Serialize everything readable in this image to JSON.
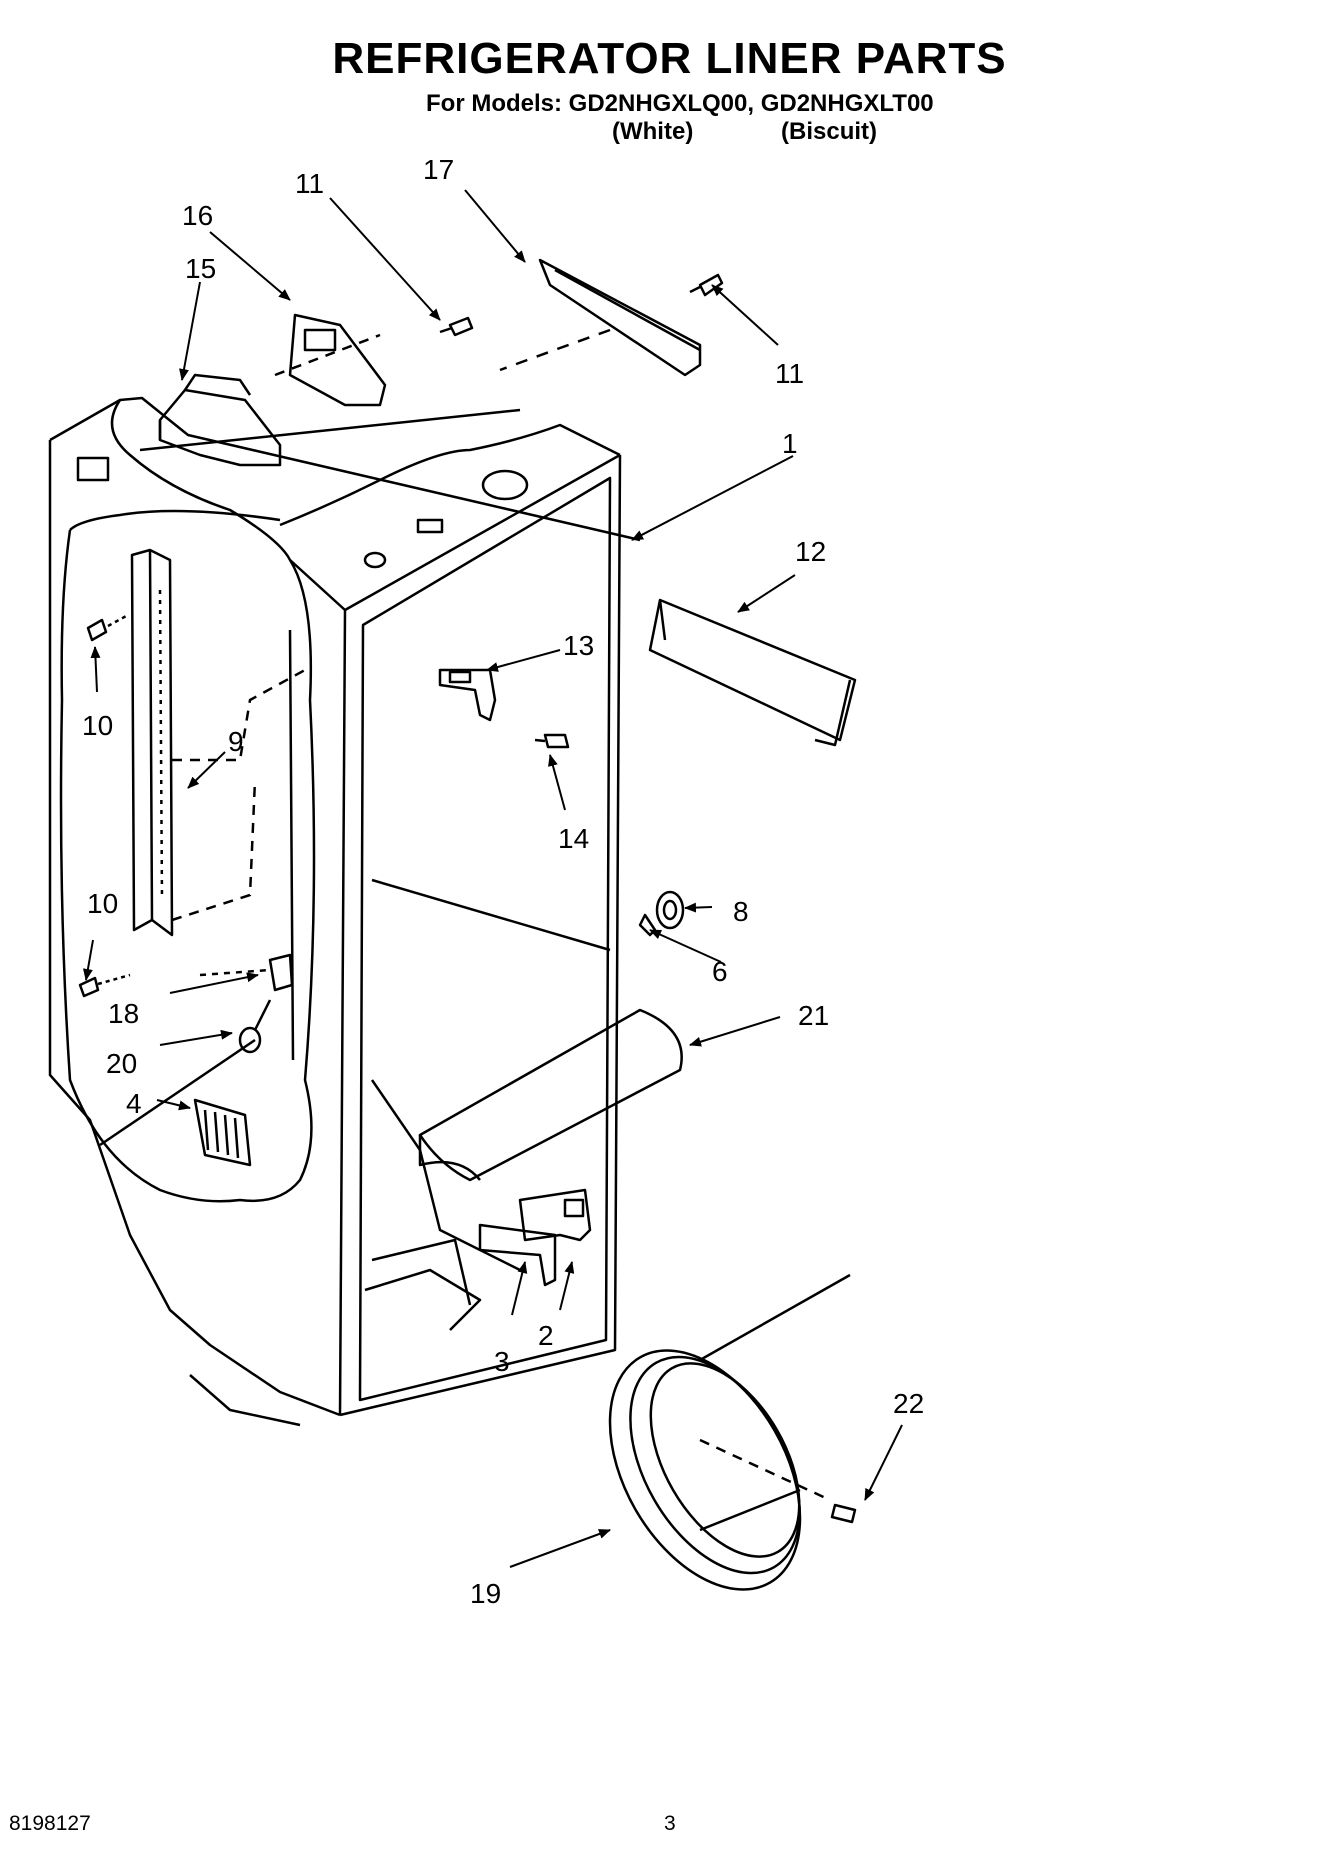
{
  "page": {
    "title": "REFRIGERATOR LINER PARTS",
    "models_line": "For Models: GD2NHGXLQ00, GD2NHGXLT00",
    "variant_white": "(White)",
    "variant_biscuit": "(Biscuit)",
    "document_number": "8198127",
    "page_number": "3"
  },
  "callouts": {
    "c1": "1",
    "c2": "2",
    "c3": "3",
    "c4": "4",
    "c6": "6",
    "c8": "8",
    "c9": "9",
    "c10a": "10",
    "c10b": "10",
    "c11a": "11",
    "c11b": "11",
    "c12": "12",
    "c13": "13",
    "c14": "14",
    "c15": "15",
    "c16": "16",
    "c17": "17",
    "c18": "18",
    "c19": "19",
    "c20": "20",
    "c21": "21",
    "c22": "22"
  }
}
